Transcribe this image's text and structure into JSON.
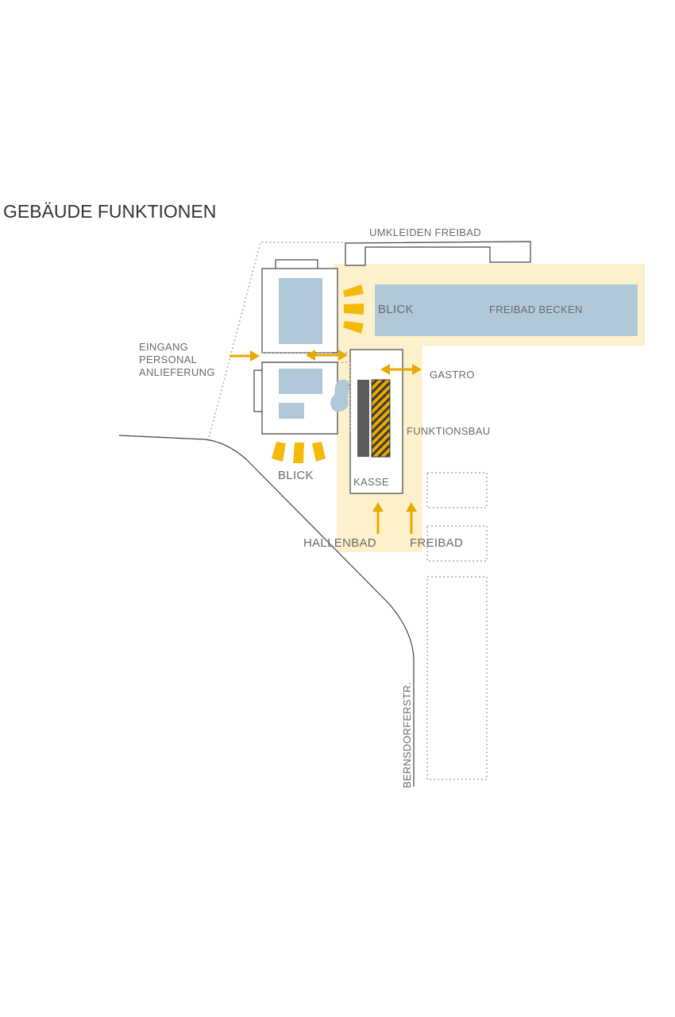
{
  "title": "GEBÄUDE FUNKTIONEN",
  "labels": {
    "umkleiden": "UMKLEIDEN FREIBAD",
    "blick_pool": "BLICK",
    "freibad_becken": "FREIBAD BECKEN",
    "eingang_1": "EINGANG",
    "eingang_2": "PERSONAL",
    "eingang_3": "ANLIEFERUNG",
    "gastro": "GASTRO",
    "funktionsbau": "FUNKTIONSBAU",
    "blick_bottom": "BLICK",
    "kasse": "KASSE",
    "hallenbad": "HALLENBAD",
    "freibad": "FREIBAD",
    "street": "BERNSDORFERSTR."
  },
  "colors": {
    "accent": "#e8a900",
    "zone": "#fdf1cc",
    "pool": "#b1c8d8",
    "outline": "#444444"
  }
}
